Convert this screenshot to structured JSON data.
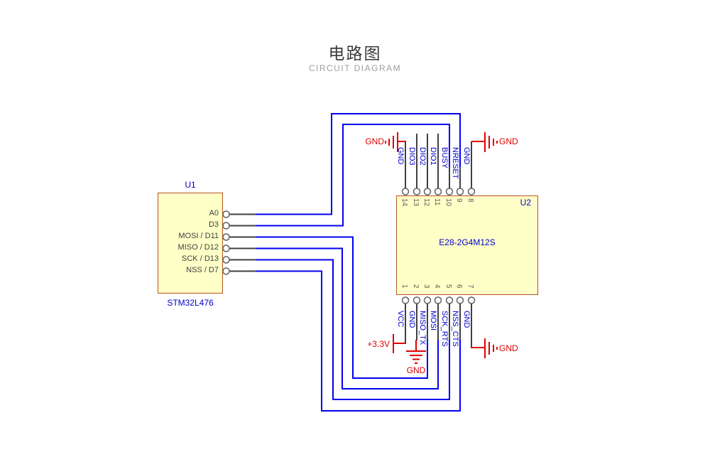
{
  "header": {
    "title": "电路图",
    "subtitle": "CIRCUIT DIAGRAM"
  },
  "u1": {
    "designator": "U1",
    "part": "STM32L476",
    "pins": [
      {
        "name": "A0"
      },
      {
        "name": "D3"
      },
      {
        "name": "MOSI / D11"
      },
      {
        "name": "MISO / D12"
      },
      {
        "name": "SCK / D13"
      },
      {
        "name": "NSS / D7"
      }
    ]
  },
  "u2": {
    "designator": "U2",
    "part": "E28-2G4M12S",
    "top_pins": [
      {
        "number": "14",
        "name": "GND"
      },
      {
        "number": "13",
        "name": "DIO3"
      },
      {
        "number": "12",
        "name": "DIO2"
      },
      {
        "number": "11",
        "name": "DIO1"
      },
      {
        "number": "10",
        "name": "BUSY"
      },
      {
        "number": "9",
        "name": "NRESET"
      },
      {
        "number": "8",
        "name": "GND"
      }
    ],
    "bottom_pins": [
      {
        "number": "1",
        "name": "VCC"
      },
      {
        "number": "2",
        "name": "GND"
      },
      {
        "number": "3",
        "name": "MISO_TX"
      },
      {
        "number": "4",
        "name": "MOSI"
      },
      {
        "number": "5",
        "name": "SCK_RTS"
      },
      {
        "number": "6",
        "name": "NSS_CTS"
      },
      {
        "number": "7",
        "name": "GND"
      }
    ]
  },
  "power_labels": {
    "gnd": "GND",
    "v33": "+3.3V"
  },
  "connections": [
    {
      "from": "U1.A0",
      "to": "U2.NRESET"
    },
    {
      "from": "U1.D3",
      "to": "U2.BUSY"
    },
    {
      "from": "U1.MOSI / D11",
      "to": "U2.MISO_TX"
    },
    {
      "from": "U1.MISO / D12",
      "to": "U2.MOSI"
    },
    {
      "from": "U1.SCK / D13",
      "to": "U2.SCK_RTS"
    },
    {
      "from": "U1.NSS / D7",
      "to": "U2.NSS_CTS"
    },
    {
      "from": "U2.VCC",
      "to": "+3.3V"
    },
    {
      "from": "U2.GND (pins 2, 7, 8, 14)",
      "to": "GND"
    }
  ],
  "colors": {
    "wire_blue": "#0000EE",
    "label_blue": "#0000CC",
    "net_red": "#DE0000",
    "component_fill": "#FFFFC8",
    "component_border": "#BA5321",
    "stub_dark": "#404040",
    "pin_number_gray": "#5A5A5A",
    "title_dark": "#3A3A3A",
    "subtitle_gray": "#9E9E9E"
  }
}
